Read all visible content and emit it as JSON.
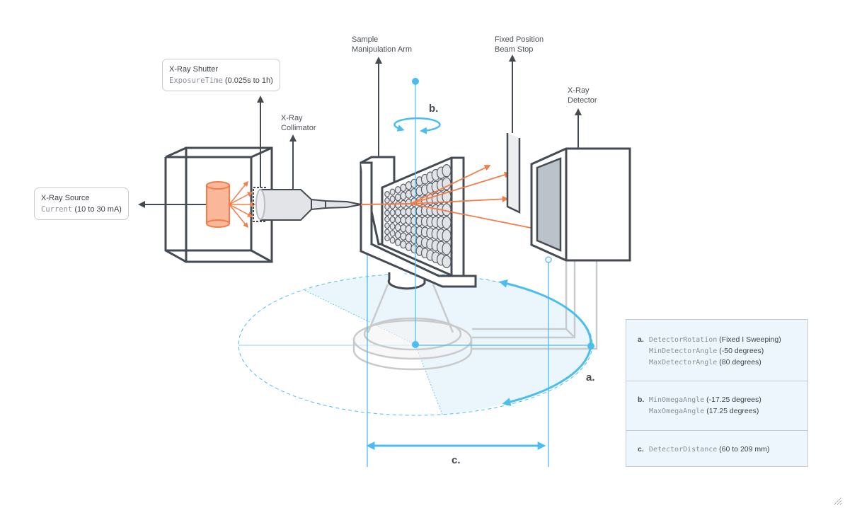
{
  "colors": {
    "outline": "#454b53",
    "beam": "#f47c48",
    "beam_fill": "#fbb79a",
    "accent": "#4bbdf0",
    "accent_fill": "#e8f5fc",
    "ghost": "#c8cacc",
    "panel_bg": "#eef6fd"
  },
  "labels": {
    "sample_arm": [
      "Sample",
      "Manipulation Arm"
    ],
    "beam_stop": [
      "Fixed Position",
      "Beam Stop"
    ],
    "detector": [
      "X-Ray",
      "Detector"
    ],
    "collimator": [
      "X-Ray",
      "Collimator"
    ],
    "letter_a": "a.",
    "letter_b": "b.",
    "letter_c": "c."
  },
  "callouts": {
    "shutter": {
      "title": "X-Ray Shutter",
      "param": "ExposureTime",
      "range": "(0.025s to 1h)"
    },
    "source": {
      "title": "X-Ray Source",
      "param": "Current",
      "range": "(10 to 30 mA)"
    }
  },
  "parameters": {
    "a": {
      "key": "a.",
      "rows": [
        {
          "param": "DetectorRotation",
          "value": "(Fixed I Sweeping)"
        },
        {
          "param": "MinDetectorAngle",
          "value": "(-50 degrees)"
        },
        {
          "param": "MaxDetectorAngle",
          "value": "(80 degrees)"
        }
      ]
    },
    "b": {
      "key": "b.",
      "rows": [
        {
          "param": "MinOmegaAngle",
          "value": "(-17.25 degrees)"
        },
        {
          "param": "MaxOmegaAngle",
          "value": "(17.25 degrees)"
        }
      ]
    },
    "c": {
      "key": "c.",
      "rows": [
        {
          "param": "DetectorDistance",
          "value": "(60 to 209 mm)"
        }
      ]
    }
  }
}
